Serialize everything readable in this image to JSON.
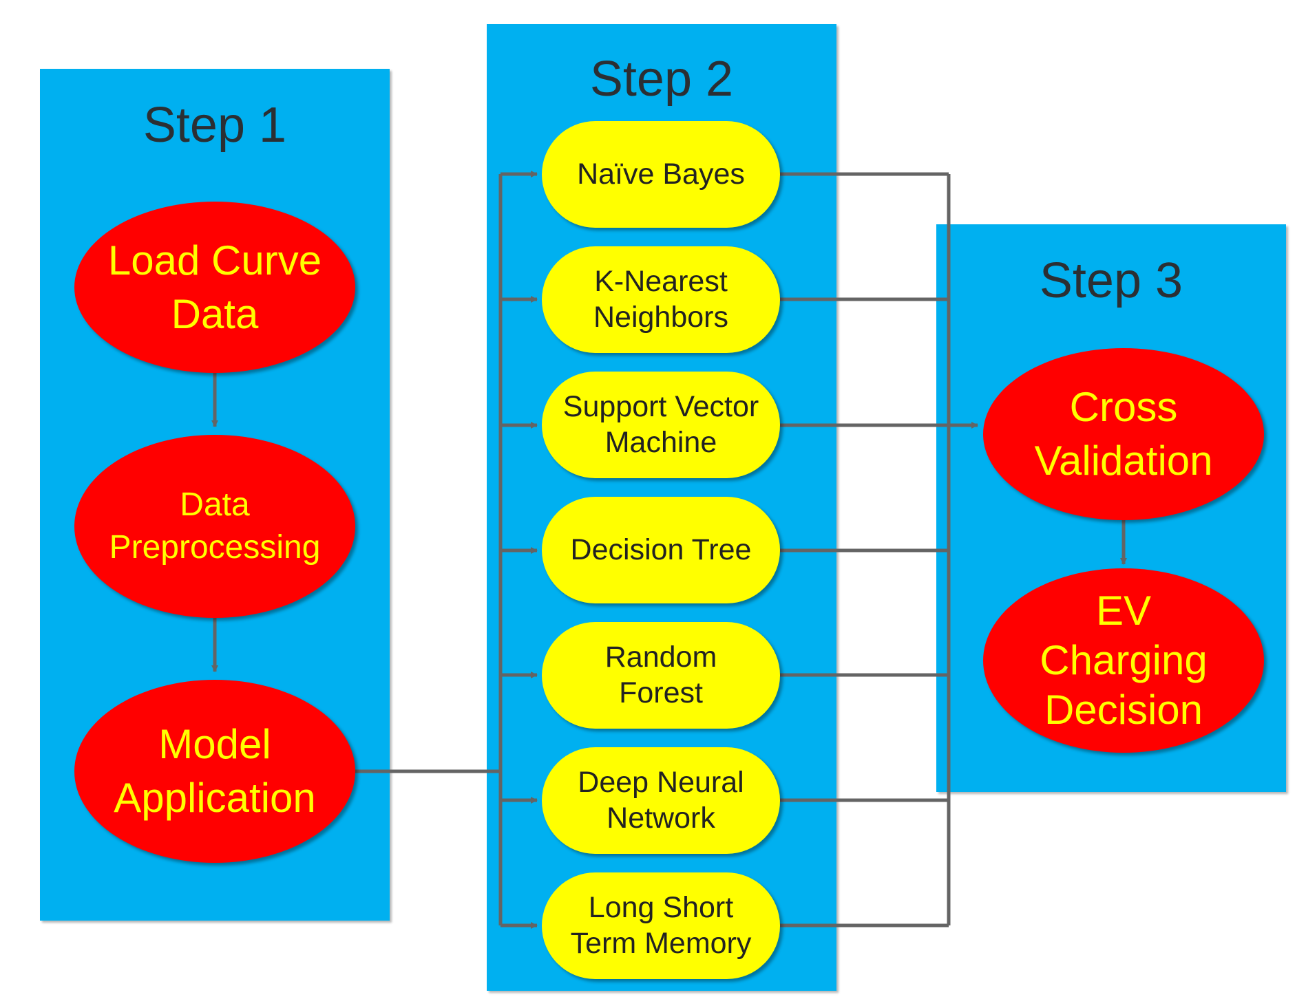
{
  "colors": {
    "panel": "#00b0f0",
    "ellipse_fill": "#ff0000",
    "ellipse_text": "#ffff00",
    "pill_fill": "#ffff00",
    "pill_text": "#222222",
    "connector": "#646464",
    "step_title": "#2b2f33"
  },
  "step1": {
    "title": "Step 1",
    "nodes": [
      {
        "label": "Load Curve\nData"
      },
      {
        "label": "Data\nPreprocessing"
      },
      {
        "label": "Model\nApplication"
      }
    ]
  },
  "step2": {
    "title": "Step 2",
    "models": [
      {
        "label": "Naïve Bayes"
      },
      {
        "label": "K-Nearest\nNeighbors"
      },
      {
        "label": "Support Vector\nMachine"
      },
      {
        "label": "Decision Tree"
      },
      {
        "label": "Random\nForest"
      },
      {
        "label": "Deep Neural\nNetwork"
      },
      {
        "label": "Long Short\nTerm Memory"
      }
    ]
  },
  "step3": {
    "title": "Step 3",
    "nodes": [
      {
        "label": "Cross\nValidation"
      },
      {
        "label": "EV\nCharging\nDecision"
      }
    ]
  }
}
